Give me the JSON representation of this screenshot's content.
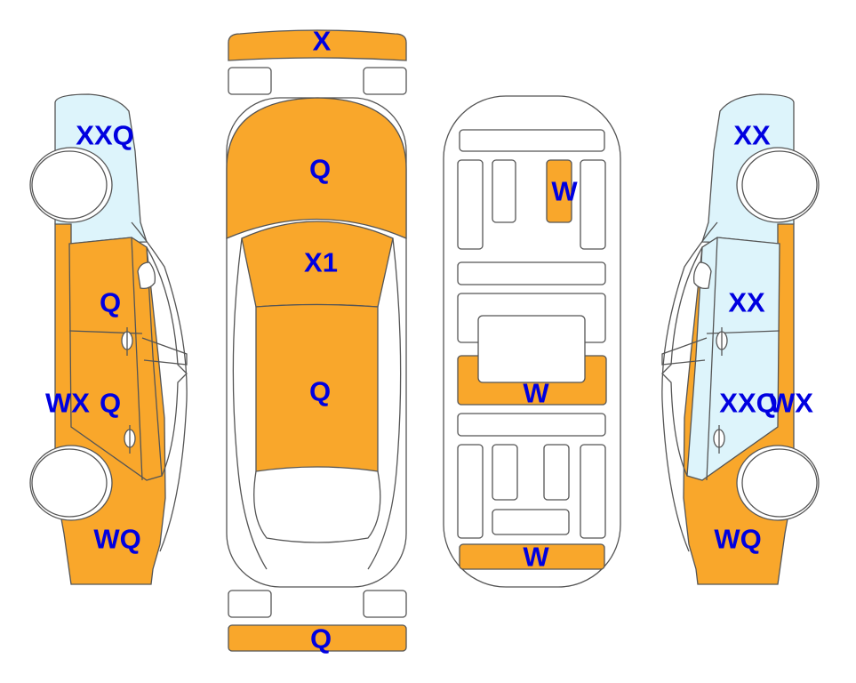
{
  "colors": {
    "damaged": "#F9A72B",
    "glass": "#DDF4FB",
    "label": "#0000E0",
    "outline": "#555555"
  },
  "left_side": {
    "upper": "XXQ",
    "front_door": "Q",
    "rear_door_left": "WX",
    "rear_door": "Q",
    "rear_fender": "WQ"
  },
  "top_view": {
    "front_bumper": "X",
    "hood": "Q",
    "windshield": "X1",
    "roof": "Q",
    "rear_bumper": "Q"
  },
  "floor_view": {
    "front_part": "W",
    "middle_part": "W",
    "rear_part": "W"
  },
  "right_side": {
    "upper": "XX",
    "front_door": "XX",
    "rear_door": "XXQ",
    "pillar": "WX",
    "rear_fender": "WQ"
  }
}
